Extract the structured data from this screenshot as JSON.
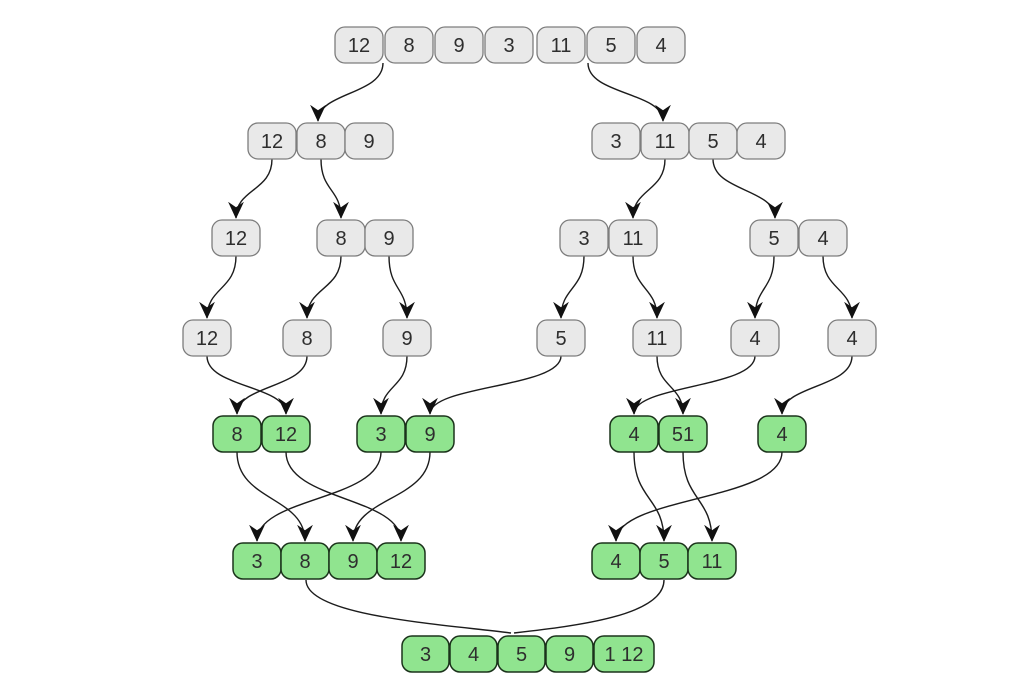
{
  "diagram": {
    "type": "merge-sort-tree",
    "background": "#ffffff",
    "edge_color": "#1c1c1c",
    "arrowhead_color": "#111111",
    "text_color": "#2e2e2e",
    "node_styles": {
      "gray": {
        "fill": "#e9e9e9",
        "border": "#7d7d7d"
      },
      "green": {
        "fill": "#90e48f",
        "border": "#1b331b"
      }
    },
    "rows": [
      {
        "name": "input",
        "style": "gray",
        "groups": [
          [
            "12",
            "8",
            "9",
            "3",
            "11",
            "5",
            "4"
          ]
        ]
      },
      {
        "name": "split-1",
        "style": "gray",
        "groups": [
          [
            "12",
            "8",
            "9"
          ],
          [
            "3",
            "11",
            "5",
            "4"
          ]
        ]
      },
      {
        "name": "split-2",
        "style": "gray",
        "groups": [
          [
            "12"
          ],
          [
            "8",
            "9"
          ],
          [
            "3",
            "11"
          ],
          [
            "5",
            "4"
          ]
        ]
      },
      {
        "name": "split-3",
        "style": "gray",
        "groups": [
          [
            "12"
          ],
          [
            "8"
          ],
          [
            "9"
          ],
          [
            "5"
          ],
          [
            "11"
          ],
          [
            "4"
          ],
          [
            "4"
          ]
        ]
      },
      {
        "name": "merge-1",
        "style": "green",
        "groups": [
          [
            "8",
            "12"
          ],
          [
            "3",
            "9"
          ],
          [
            "4",
            "51"
          ],
          [
            "4"
          ]
        ]
      },
      {
        "name": "merge-2",
        "style": "green",
        "groups": [
          [
            "3",
            "8",
            "9",
            "12"
          ],
          [
            "4",
            "5",
            "11"
          ]
        ]
      },
      {
        "name": "merge-3",
        "style": "green",
        "groups": [
          [
            "3",
            "4",
            "5",
            "9",
            "1 12"
          ]
        ]
      }
    ]
  }
}
